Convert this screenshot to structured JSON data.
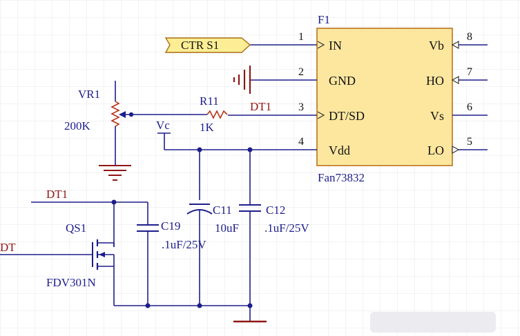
{
  "colors": {
    "background": "#ffffff",
    "grid": "#e7e7ec",
    "wire": "#1d1d8c",
    "label": "#1d1d8c",
    "net_label": "#8f1515",
    "ground": "#8f1515",
    "ic_fill": "#fde79f",
    "ic_border": "#b36a11",
    "port_fill": "#fdee95",
    "port_border": "#a86b15",
    "text": "#111111"
  },
  "ic": {
    "designator": "F1",
    "part": "Fan73832",
    "pins": [
      {
        "num": "1",
        "name": "IN",
        "side": "left"
      },
      {
        "num": "2",
        "name": "GND",
        "side": "left"
      },
      {
        "num": "3",
        "name": "DT/SD",
        "side": "left"
      },
      {
        "num": "4",
        "name": "Vdd",
        "side": "left"
      },
      {
        "num": "8",
        "name": "Vb",
        "side": "right"
      },
      {
        "num": "7",
        "name": "HO",
        "side": "right"
      },
      {
        "num": "6",
        "name": "Vs",
        "side": "right"
      },
      {
        "num": "5",
        "name": "LO",
        "side": "right"
      }
    ]
  },
  "port": {
    "label": "CTR S1"
  },
  "components": {
    "vr1": {
      "designator": "VR1",
      "value": "200K"
    },
    "r11": {
      "designator": "R11",
      "value": "1K"
    },
    "qs1": {
      "designator": "QS1",
      "value": "FDV301N"
    },
    "c19": {
      "designator": "C19",
      "value": ".1uF/25V"
    },
    "c11": {
      "designator": "C11",
      "value": "10uF"
    },
    "c12": {
      "designator": "C12",
      "value": ".1uF/25V"
    }
  },
  "nets": {
    "vc": "Vc",
    "dt1_top": "DT1",
    "dt1_left": "DT1",
    "dt_left": "DT"
  }
}
